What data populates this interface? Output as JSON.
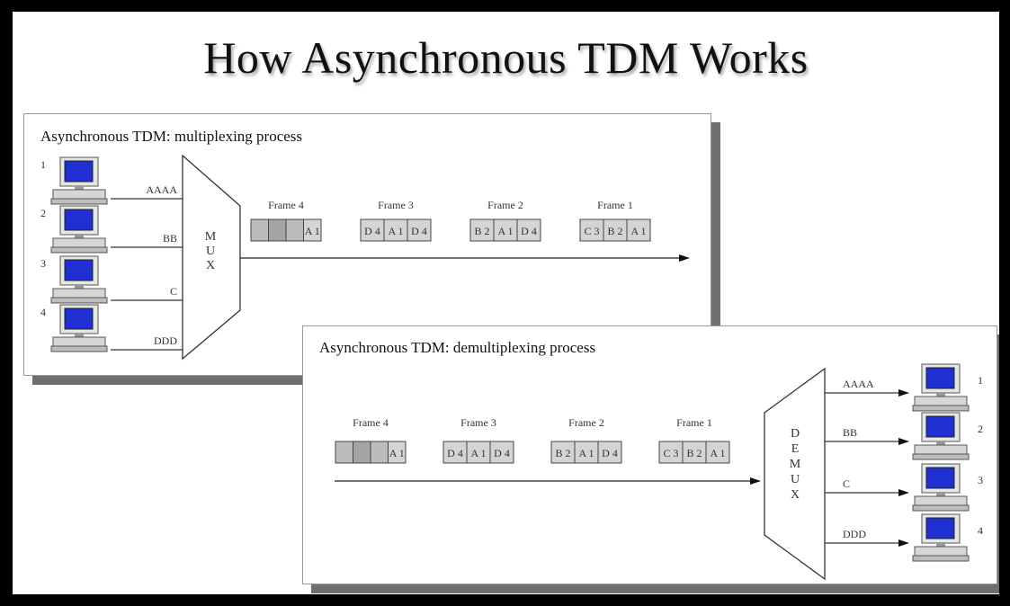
{
  "title": "How Asynchronous TDM Works",
  "mux_panel": {
    "heading": "Asynchronous TDM: multiplexing process",
    "device_letters": [
      "M",
      "U",
      "X"
    ],
    "sources": [
      {
        "num": "1",
        "data": "AAAA"
      },
      {
        "num": "2",
        "data": "BB"
      },
      {
        "num": "3",
        "data": "C"
      },
      {
        "num": "4",
        "data": "DDD"
      }
    ],
    "frames": [
      {
        "label": "Frame 4",
        "slots": [
          "",
          "",
          "",
          "A 1"
        ]
      },
      {
        "label": "Frame 3",
        "slots": [
          "D 4",
          "A 1",
          "D 4"
        ]
      },
      {
        "label": "Frame 2",
        "slots": [
          "B 2",
          "A 1",
          "D 4"
        ]
      },
      {
        "label": "Frame 1",
        "slots": [
          "C 3",
          "B 2",
          "A 1"
        ]
      }
    ]
  },
  "demux_panel": {
    "heading": "Asynchronous TDM: demultiplexing process",
    "device_letters": [
      "D",
      "E",
      "M",
      "U",
      "X"
    ],
    "outputs": [
      {
        "num": "1",
        "data": "AAAA"
      },
      {
        "num": "2",
        "data": "BB"
      },
      {
        "num": "3",
        "data": "C"
      },
      {
        "num": "4",
        "data": "DDD"
      }
    ],
    "frames": [
      {
        "label": "Frame 4",
        "slots": [
          "",
          "",
          "",
          "A 1"
        ]
      },
      {
        "label": "Frame 3",
        "slots": [
          "D 4",
          "A 1",
          "D 4"
        ]
      },
      {
        "label": "Frame 2",
        "slots": [
          "B 2",
          "A 1",
          "D 4"
        ]
      },
      {
        "label": "Frame 1",
        "slots": [
          "C 3",
          "B 2",
          "A 1"
        ]
      }
    ]
  }
}
